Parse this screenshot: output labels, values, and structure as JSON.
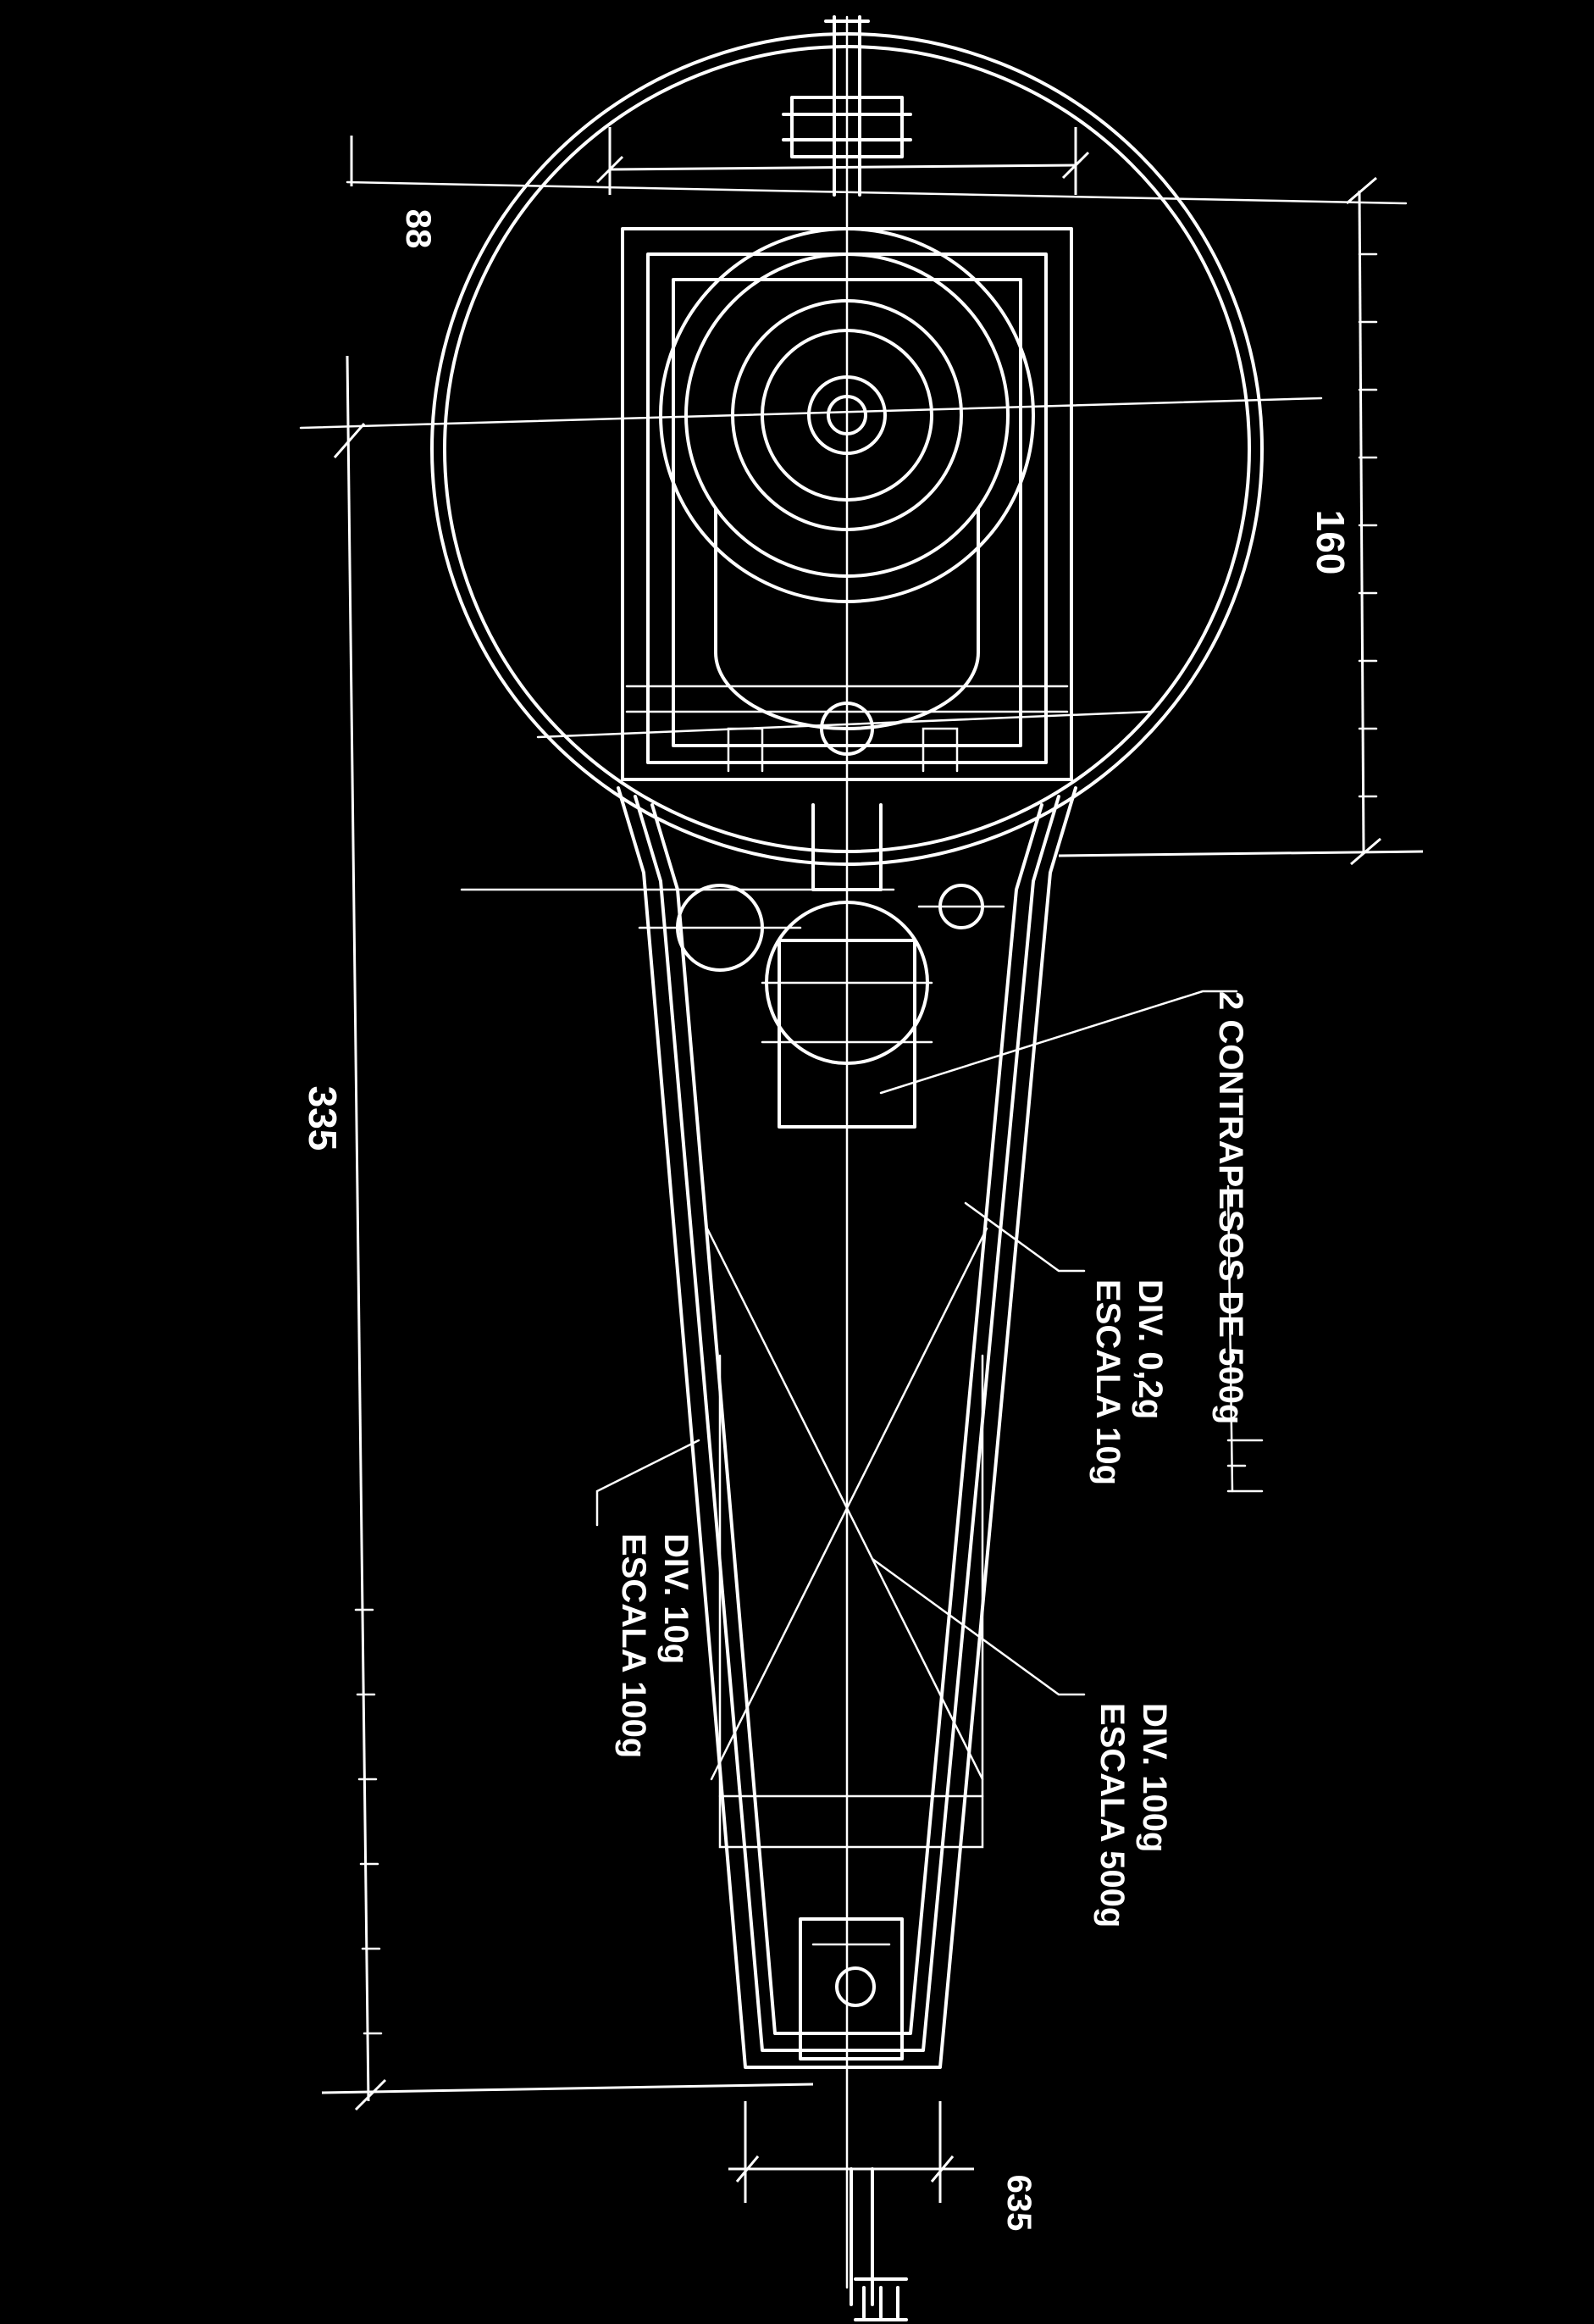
{
  "dimensions": {
    "d88": "88",
    "d160": "160",
    "d335": "335",
    "d635": "635"
  },
  "annotations": {
    "counterweights": "2 CONTRAPESOS DE 500g",
    "scale_a_line1": "ESCALA 10g",
    "scale_a_line2": "DIV. 0,2g",
    "scale_b_line1": "ESCALA 100g",
    "scale_b_line2": "DIV. 10g",
    "scale_c_line1": "ESCALA 500g",
    "scale_c_line2": "DIV. 100g"
  },
  "colors": {
    "background": "#000000",
    "lines": "#ffffff"
  }
}
